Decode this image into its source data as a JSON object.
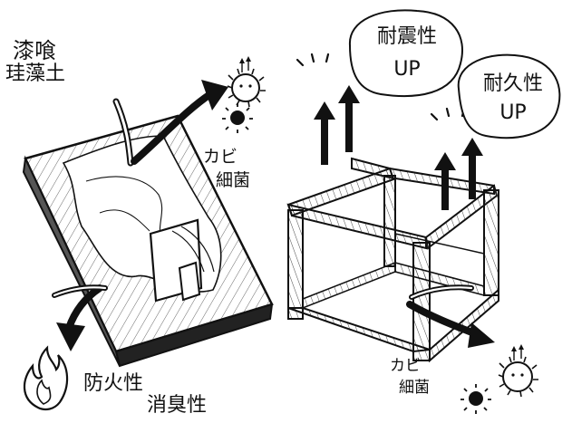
{
  "labels": {
    "plaster_line1": "漆喰",
    "plaster_line2": "珪藻土",
    "mold_left_line1": "カビ",
    "mold_left_line2": "細菌",
    "fireproof": "防火性",
    "deodorize": "消臭性",
    "quake_line1": "耐震性",
    "quake_line2": "UP",
    "durability_line1": "耐久性",
    "durability_line2": "UP",
    "mold_right_line1": "カビ",
    "mold_right_line2": "細菌"
  },
  "icons": {
    "germ": "germ-icon",
    "bacteria": "bacteria-icon",
    "flame": "flame-icon",
    "arrow": "arrow-icon"
  },
  "colors": {
    "ink": "#111111",
    "paper": "#ffffff",
    "wood_hatch": "#444444"
  }
}
